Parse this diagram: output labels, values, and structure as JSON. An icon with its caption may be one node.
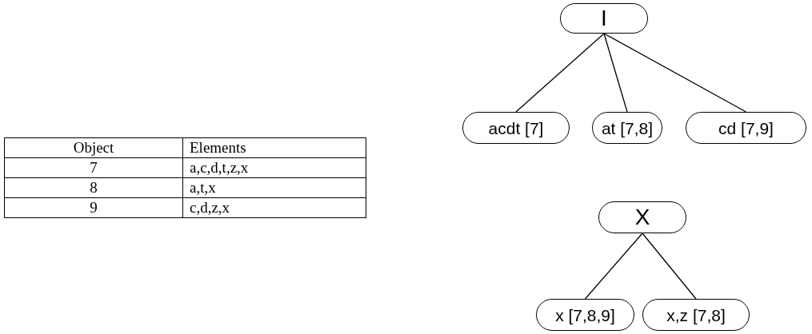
{
  "diagram": {
    "nodes": [
      {
        "text": [
          "I"
        ]
      },
      {
        "text": [
          "acdt [7]"
        ]
      },
      {
        "text": [
          "at [7,8]"
        ]
      },
      {
        "text": [
          "cd [7,9]"
        ]
      },
      {
        "text": [
          "X"
        ]
      },
      {
        "text": [
          "x [7,8,9]"
        ]
      },
      {
        "text": [
          "x,z [7,8]"
        ]
      }
    ],
    "edges": [
      {
        "from": 0,
        "to": 1,
        "arrow": "none"
      },
      {
        "from": 0,
        "to": 2,
        "arrow": "none"
      },
      {
        "from": 0,
        "to": 3,
        "arrow": "none"
      },
      {
        "from": 4,
        "to": 5,
        "arrow": "none"
      },
      {
        "from": 4,
        "to": 6,
        "arrow": "none"
      }
    ],
    "labels": [
      "Object",
      "Elements",
      "7",
      "a,c,d,t,z,x",
      "8",
      "a,t,x",
      "9",
      "c,d,z,x"
    ]
  }
}
